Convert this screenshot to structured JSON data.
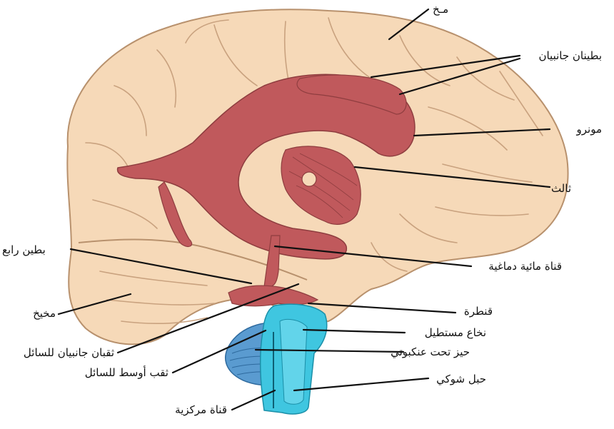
{
  "colors": {
    "brain": "#F6D9B8",
    "brain_outline": "#B8916D",
    "sulcus": "#C9A27F",
    "ventricles": "#C0595C",
    "ventricles_outline": "#8E3D3F",
    "csf_blue": "#3FC6E0",
    "cerebellum_blue": "#5A9BD0",
    "label": "#111111"
  },
  "labels": {
    "brain": "مـخ",
    "lateral_ventricles": "بطينان جانبيان",
    "monro": "مونرو",
    "third": "ثالث",
    "fourth_ventricle": "بطين رابع",
    "aqueduct": "قناة مائية دماغية",
    "cerebellum": "مخيخ",
    "pons": "قنطرة",
    "medulla": "نخاع مستطيل",
    "lateral_apertures": "ثقبان جانبيان للسائل",
    "subarachnoid": "حيز تحت عنكبوتي",
    "median_aperture": "ثقب  أوسط للسائل",
    "spinal_cord": "حبل شوكي",
    "central_canal": "قناة مركزية"
  }
}
